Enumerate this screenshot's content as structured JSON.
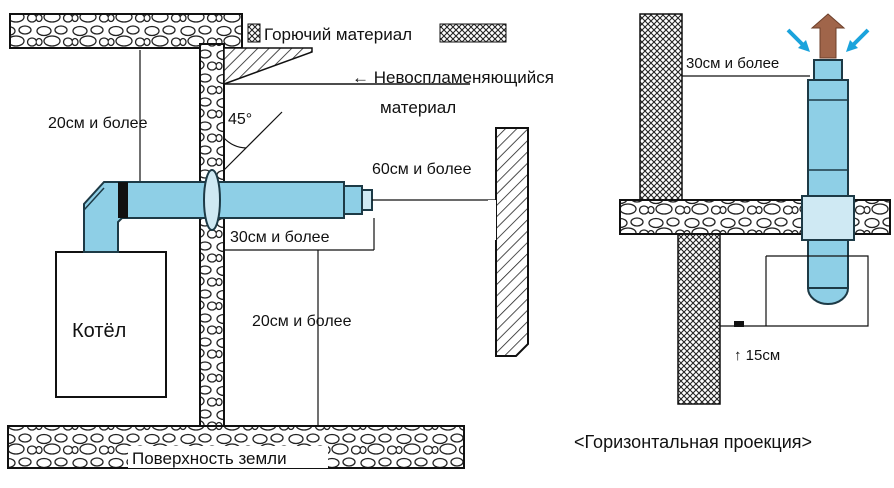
{
  "labels": {
    "combustible": "Горючий материал",
    "nonflammable_line1": "← Невоспламеняющийся",
    "nonflammable_line2": "материал",
    "angle": "45°",
    "dim_20_top": "20см и более",
    "dim_60": "60см и более",
    "dim_30_left": "30см и более",
    "dim_20_right": "20см и более",
    "boiler": "Котёл",
    "ground": "Поверхность земли",
    "dim_30_right": "30см и более",
    "dim_15": "↑ 15см",
    "horizontal_projection": "<Горизонтальная проекция>"
  },
  "colors": {
    "pipe": "#8ecfe6",
    "pipe_stroke": "#1d3a46",
    "flue_arrow": "#a0654a",
    "air_arrows": "#1aa3dc",
    "stone_fill": "#ffffff",
    "hatch": "#222222"
  }
}
